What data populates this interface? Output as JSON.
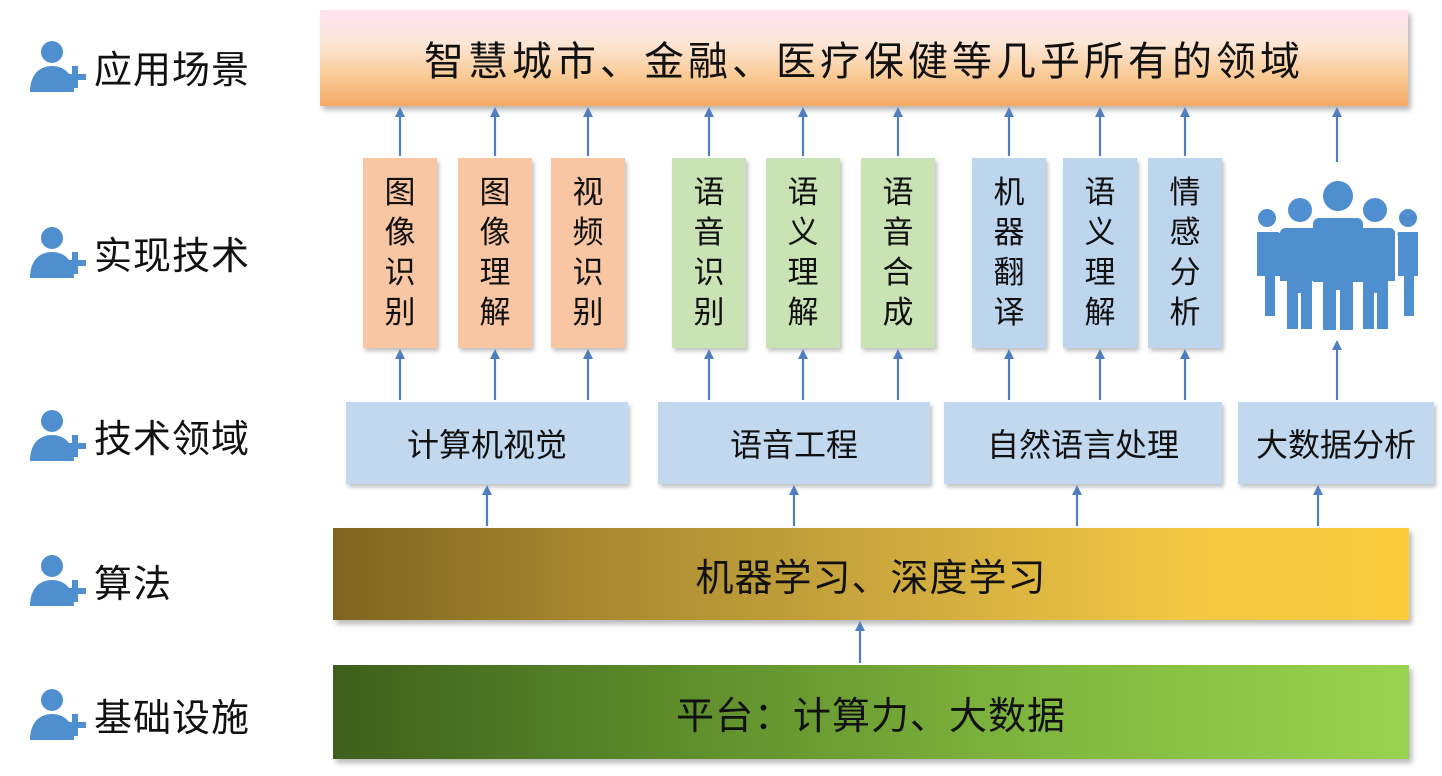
{
  "layers": [
    {
      "label": "应用场景",
      "icon": "person-add-icon"
    },
    {
      "label": "实现技术",
      "icon": "person-add-icon"
    },
    {
      "label": "技术领域",
      "icon": "person-add-icon"
    },
    {
      "label": "算法",
      "icon": "person-add-icon"
    },
    {
      "label": "基础设施",
      "icon": "person-add-icon"
    }
  ],
  "application": "智慧城市、金融、医疗保健等几乎所有的领域",
  "technologies": [
    {
      "label": "图像识别",
      "color": "#f8c6a3"
    },
    {
      "label": "图像理解",
      "color": "#f8c6a3"
    },
    {
      "label": "视频识别",
      "color": "#f8c6a3"
    },
    {
      "label": "语音识别",
      "color": "#c9e3b4"
    },
    {
      "label": "语义理解",
      "color": "#c9e3b4"
    },
    {
      "label": "语音合成",
      "color": "#c9e3b4"
    },
    {
      "label": "机器翻译",
      "color": "#bdd6ee"
    },
    {
      "label": "语义理解",
      "color": "#bdd6ee"
    },
    {
      "label": "情感分析",
      "color": "#bdd6ee"
    }
  ],
  "people_icon": "people-group-icon",
  "fields": [
    "计算机视觉",
    "语音工程",
    "自然语言处理",
    "大数据分析"
  ],
  "algorithm": "机器学习、深度学习",
  "infrastructure": "平台：计算力、大数据",
  "colors": {
    "arrow": "#4f7fc0",
    "icon": "#4f8fd0",
    "field_box": "#c2d8ef"
  }
}
